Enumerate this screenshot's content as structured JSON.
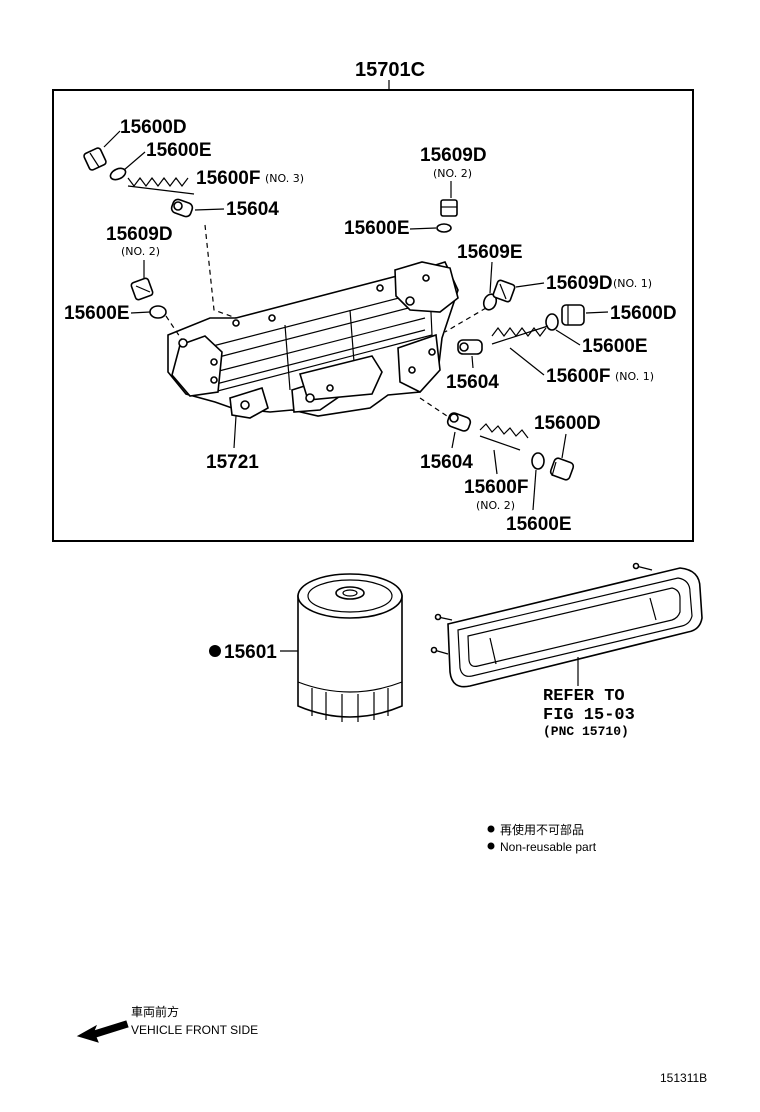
{
  "assembly": {
    "label": "15701C"
  },
  "labels": {
    "plug_top_left": "15600D",
    "gasket_top_left": "15600E",
    "spring_top_left": "15600F",
    "spring_top_left_no": "(NO. 3)",
    "valve_top_left": "15604",
    "plug_left": "15609D",
    "plug_left_no": "(NO. 2)",
    "gasket_left": "15600E",
    "plug_top_center": "15609D",
    "plug_top_center_no": "(NO. 2)",
    "gasket_top_center": "15600E",
    "gasket_right_upper": "15609E",
    "plug_right_upper": "15609D",
    "plug_right_upper_no": "(NO. 1)",
    "plug_right": "15600D",
    "gasket_right": "15600E",
    "valve_right": "15604",
    "spring_right": "15600F",
    "spring_right_no": "(NO. 1)",
    "cover": "15721",
    "valve_lower": "15604",
    "plug_lower": "15600D",
    "spring_lower": "15600F",
    "spring_lower_no": "(NO. 2)",
    "gasket_lower": "15600E",
    "filter": "15601",
    "refer_line1": "REFER TO",
    "refer_line2": "FIG 15-03",
    "refer_line3": "(PNC 15710)"
  },
  "legend": {
    "jp": "再使用不可部品",
    "en": "Non-reusable part"
  },
  "direction": {
    "jp": "車両前方",
    "en": "VEHICLE FRONT SIDE"
  },
  "figure_id": "151311B"
}
